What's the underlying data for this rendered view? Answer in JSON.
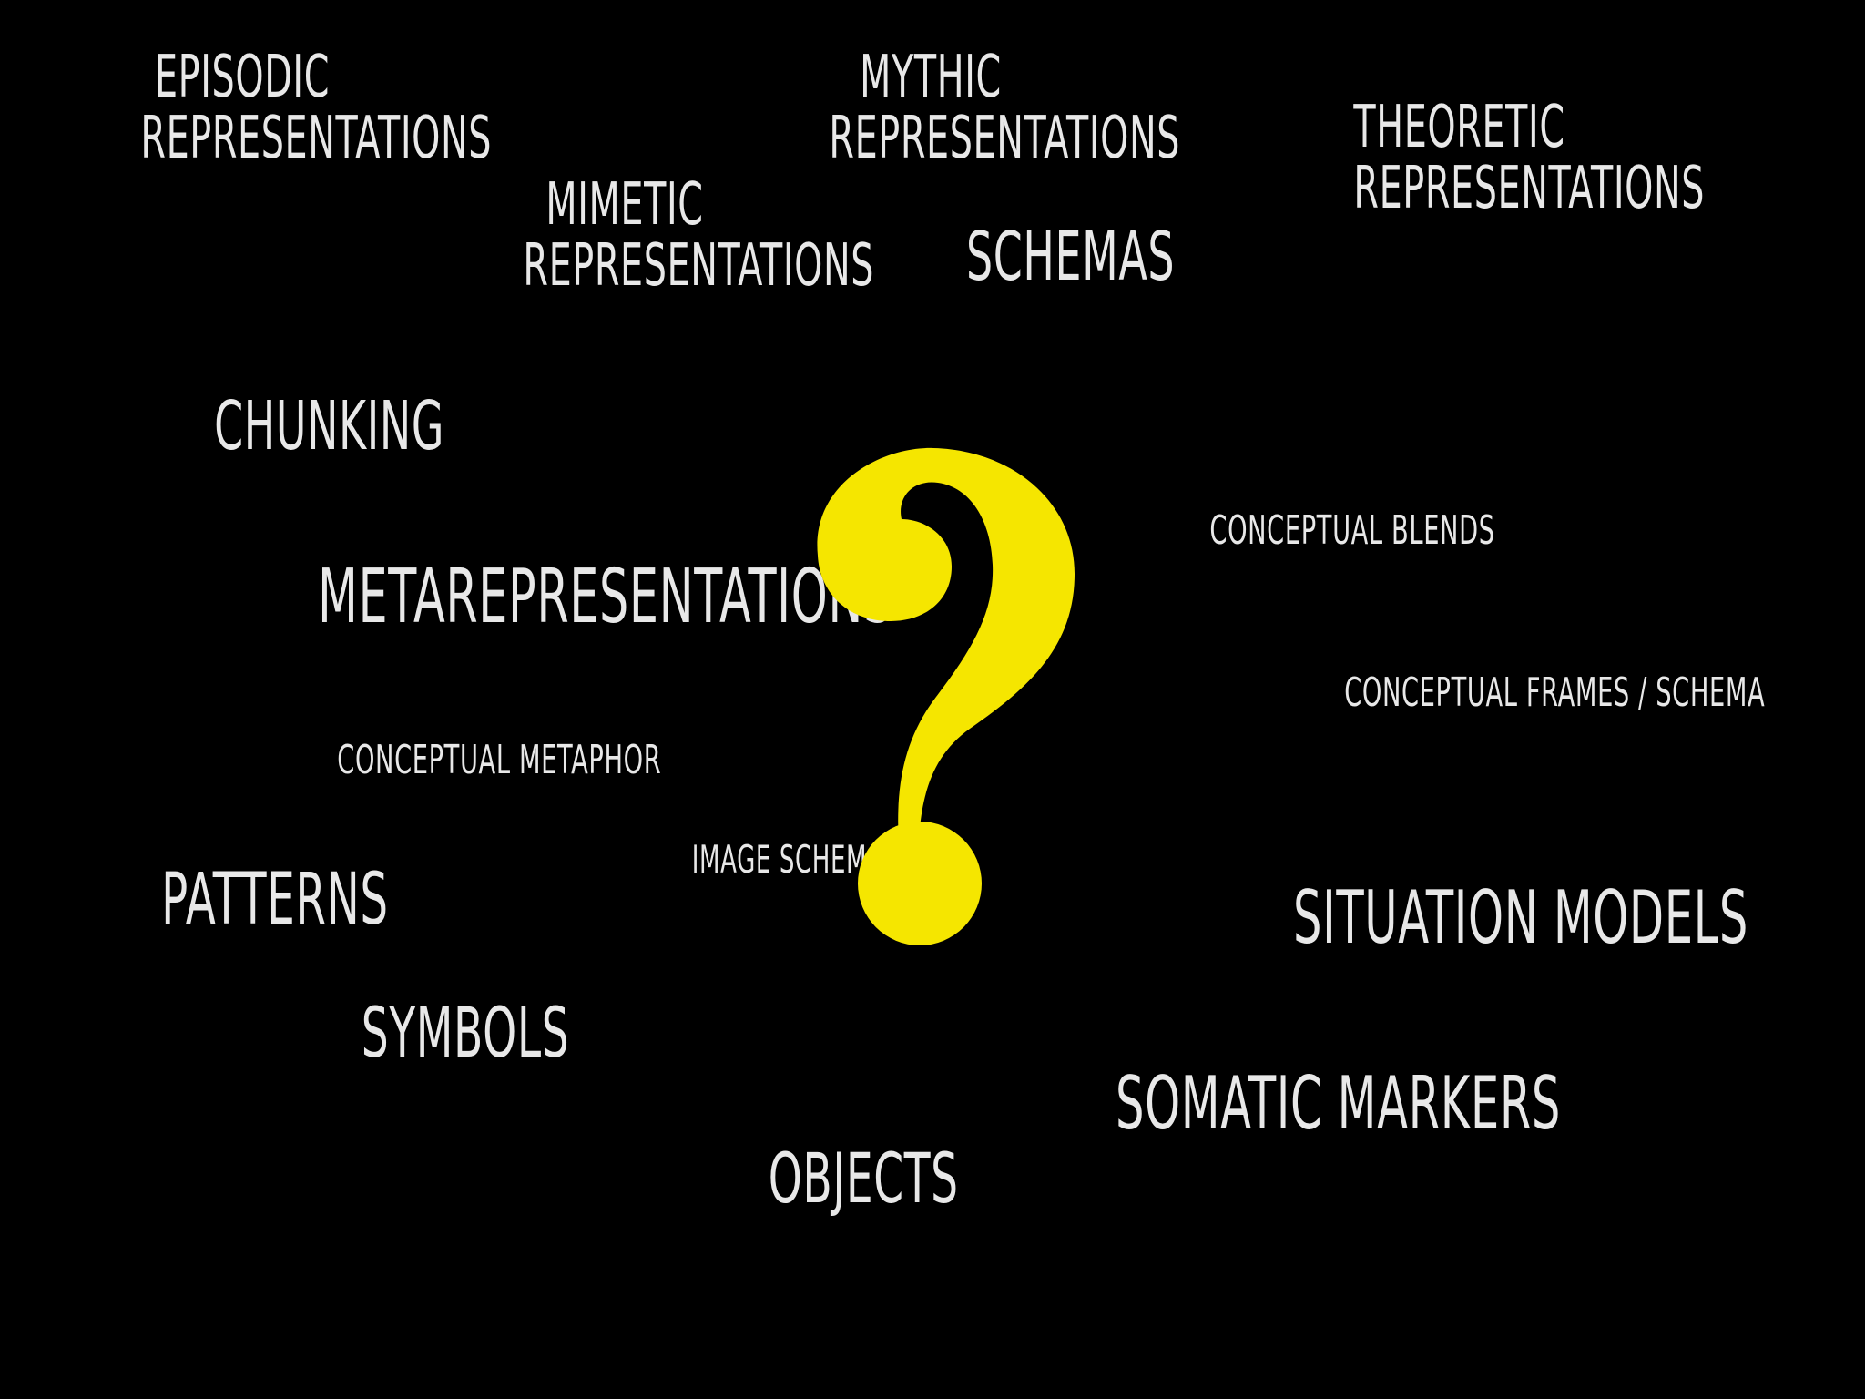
{
  "slide": {
    "background_color": "#000000",
    "text_color": "#e8e8e8",
    "accent_color": "#f5e600",
    "center_icon": "question-mark-icon",
    "terms": {
      "episodic": [
        "EPISODIC",
        "REPRESENTATIONS"
      ],
      "mythic": [
        "MYTHIC",
        "REPRESENTATIONS"
      ],
      "theoretic": [
        "THEORETIC",
        "REPRESENTATIONS"
      ],
      "mimetic": [
        "MIMETIC",
        "REPRESENTATIONS"
      ],
      "schemas": "SCHEMAS",
      "chunking": "CHUNKING",
      "conceptual_blends": "CONCEPTUAL BLENDS",
      "metarepresentations": "METAREPRESENTATIONS",
      "conceptual_frames": "CONCEPTUAL FRAMES / SCHEMA",
      "conceptual_metaphor": "CONCEPTUAL METAPHOR",
      "image_schema": "IMAGE SCHEMA",
      "patterns": "PATTERNS",
      "situation_models": "SITUATION MODELS",
      "symbols": "SYMBOLS",
      "somatic_markers": "SOMATIC MARKERS",
      "objects": "OBJECTS"
    }
  }
}
